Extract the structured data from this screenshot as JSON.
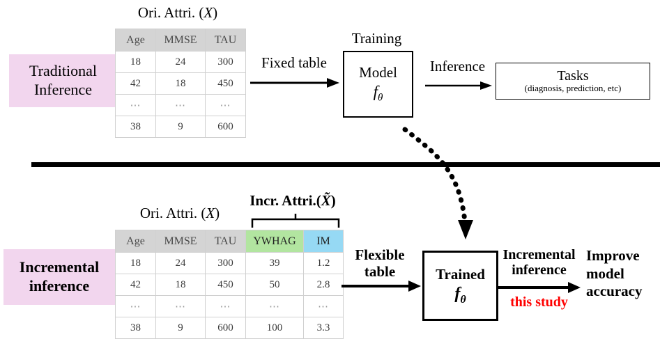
{
  "figure": {
    "title_top_table": "Ori. Attri. (X)",
    "title_top_table_main": "Ori. Attri. (",
    "title_top_table_var": "X",
    "title_top_table_close": ")"
  },
  "top_row": {
    "stage_label_line1": "Traditional",
    "stage_label_line2": "Inference",
    "table_caption_prefix": "Ori. Attri. (",
    "table_caption_var": "X",
    "table_caption_suffix": ")",
    "table": {
      "headers": [
        "Age",
        "MMSE",
        "TAU"
      ],
      "rows": [
        [
          "18",
          "24",
          "300"
        ],
        [
          "42",
          "18",
          "450"
        ],
        [
          "⋯",
          "⋯",
          "⋯"
        ],
        [
          "38",
          "9",
          "600"
        ]
      ]
    },
    "arrow1_label": "Fixed table",
    "model_box_caption": "Training",
    "model_box_line1": "Model",
    "model_box_line2_fn": "f",
    "model_box_line2_sub": "θ",
    "arrow2_label": "Inference",
    "tasks_box_line1": "Tasks",
    "tasks_box_line2": "(diagnosis, prediction, etc)"
  },
  "bottom_row": {
    "stage_label_line1": "Incremental",
    "stage_label_line2": "inference",
    "ori_caption_prefix": "Ori. Attri. (",
    "ori_caption_var": "X",
    "ori_caption_suffix": ")",
    "incr_caption_prefix": "Incr. Attri.(",
    "incr_caption_var": "X̃",
    "incr_caption_suffix": ")",
    "table": {
      "headers": [
        "Age",
        "MMSE",
        "TAU",
        "YWHAG",
        "IM"
      ],
      "header_colors": [
        "#d4d4d4",
        "#d4d4d4",
        "#d4d4d4",
        "#b2e5a0",
        "#96d9f4"
      ],
      "rows": [
        [
          "18",
          "24",
          "300",
          "39",
          "1.2"
        ],
        [
          "42",
          "18",
          "450",
          "50",
          "2.8"
        ],
        [
          "⋯",
          "⋯",
          "⋯",
          "⋯",
          "⋯"
        ],
        [
          "38",
          "9",
          "600",
          "100",
          "3.3"
        ]
      ]
    },
    "arrow1_label_line1": "Flexible",
    "arrow1_label_line2": "table",
    "model_box_line1": "Trained",
    "model_box_line2_fn": "f",
    "model_box_line2_sub": "θ",
    "arrow2_label_line1": "Incremental",
    "arrow2_label_line2": "inference",
    "arrow2_sublabel": "this study",
    "result_line1": "Improve",
    "result_line2": "model",
    "result_line3": "accuracy"
  },
  "colors": {
    "pink_label_bg": "#f2d6ee",
    "table_header_gray": "#d4d4d4",
    "incr_green": "#b2e5a0",
    "incr_blue": "#96d9f4",
    "highlight_red": "#ff0000",
    "stroke_black": "#000000",
    "table_border": "#d0d0d0"
  }
}
